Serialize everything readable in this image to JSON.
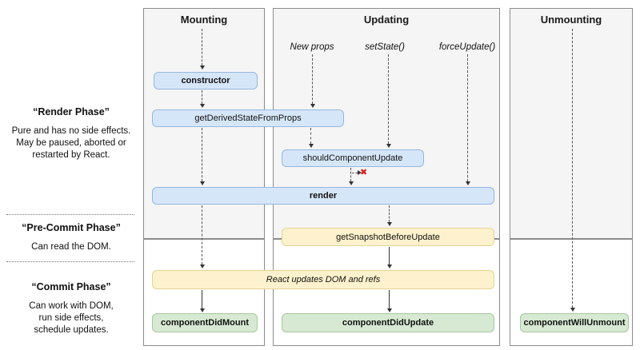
{
  "columns": {
    "mounting": "Mounting",
    "updating": "Updating",
    "unmounting": "Unmounting"
  },
  "sidebar": {
    "phases": [
      {
        "title": "“Render Phase”",
        "lines": [
          "Pure and has no side effects.",
          "May be paused, aborted or",
          "restarted by React."
        ]
      },
      {
        "title": "“Pre-Commit Phase”",
        "lines": [
          "Can read the DOM."
        ]
      },
      {
        "title": "“Commit Phase”",
        "lines": [
          "Can work with DOM,",
          "run side effects,",
          "schedule updates."
        ]
      }
    ]
  },
  "triggers": {
    "new_props": "New props",
    "set_state": "setState()",
    "force_update": "forceUpdate()"
  },
  "methods": {
    "ctor": "constructor",
    "gdsfp": "getDerivedStateFromProps",
    "scu": "shouldComponentUpdate",
    "render": "render",
    "gsbu": "getSnapshotBeforeUpdate",
    "react_updates": "React updates DOM and refs",
    "cdm": "componentDidMount",
    "cdu": "componentDidUpdate",
    "cwu": "componentWillUnmount"
  },
  "markers": {
    "cancel": "✖"
  },
  "colors": {
    "blue_bg": "#d6e6f9",
    "blue_border": "#94b7dd",
    "yellow_bg": "#fdf2cd",
    "yellow_border": "#e6d294",
    "green_bg": "#d7e9d3",
    "green_border": "#a6c89e",
    "panel_bg": "#f5f5f5",
    "panel_border": "#8c8c8c",
    "cancel_red": "#e01b1b"
  }
}
